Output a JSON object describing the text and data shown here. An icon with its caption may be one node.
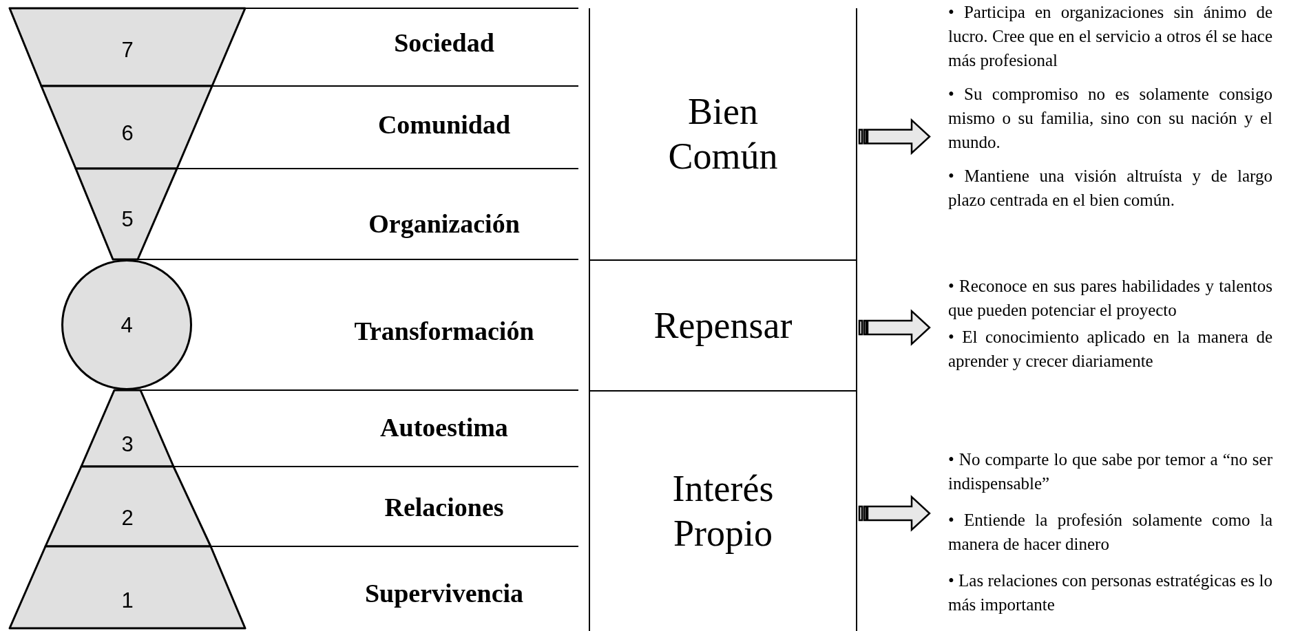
{
  "diagram": {
    "nodes": [
      {
        "text": [
          "7"
        ]
      },
      {
        "text": [
          "6"
        ]
      },
      {
        "text": [
          "5"
        ]
      },
      {
        "text": [
          "4"
        ]
      },
      {
        "text": [
          "3"
        ]
      },
      {
        "text": [
          "2"
        ]
      },
      {
        "text": [
          "1"
        ]
      },
      {
        "text": [
          "Bien Común"
        ]
      },
      {
        "text": [
          "Repensar"
        ]
      },
      {
        "text": [
          "Interés Propio"
        ]
      },
      {
        "text": [
          "• Participa en organizaciones sin ánimo de lucro. Cree que en el servicio a otros él se hace más profesional",
          "• Su compromiso no es solamente consigo mismo o su familia, sino con su nación y el mundo.",
          "• Mantiene una visión altruísta y de largo plazo centrada en el bien común."
        ]
      },
      {
        "text": [
          "• Reconoce en sus pares habilidades y talentos que pueden potenciar el proyecto",
          "• El conocimiento aplicado en la manera de aprender y crecer diariamente"
        ]
      },
      {
        "text": [
          "• No comparte lo que sabe por temor a “no ser indispensable”",
          "• Entiende la profesión solamente como la manera de hacer dinero",
          "• Las relaciones con personas estratégicas es lo más importante"
        ]
      }
    ],
    "edges": [
      {
        "from": 7,
        "to": 10,
        "arrow": "to"
      },
      {
        "from": 8,
        "to": 11,
        "arrow": "to"
      },
      {
        "from": 9,
        "to": 12,
        "arrow": "to"
      }
    ],
    "labels": [
      "Sociedad",
      "Comunidad",
      "Organización",
      "Transformación",
      "Autoestima",
      "Relaciones",
      "Supervivencia"
    ]
  }
}
